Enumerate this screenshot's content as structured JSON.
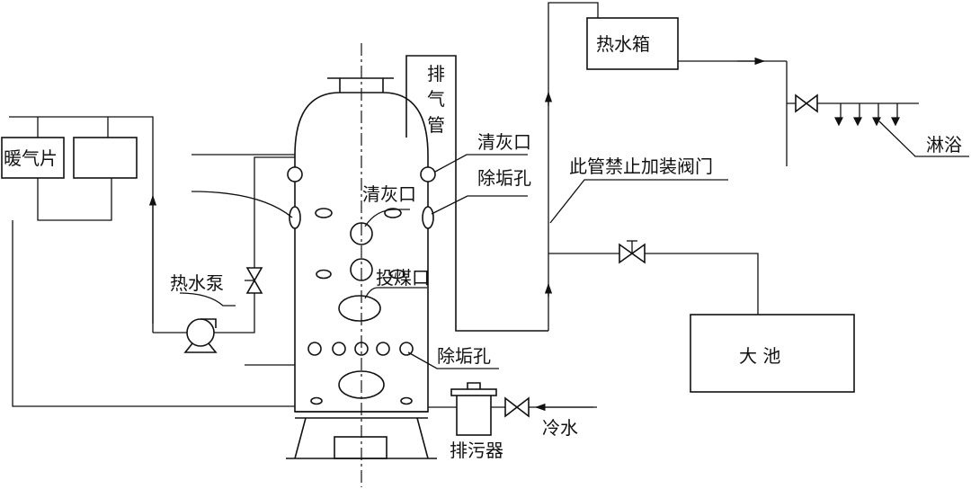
{
  "labels": {
    "radiator": "暖气片",
    "hot_water_pump": "热水泵",
    "exhaust_pipe": "排气管",
    "cleanout_port_right": "清灰口",
    "descaling_hole_right": "除垢孔",
    "cleanout_port_center": "清灰口",
    "coal_feed_port": "投煤口",
    "descaling_hole_lower": "除垢孔",
    "hot_water_tank": "热水箱",
    "no_valve_note": "此管禁止加装阀门",
    "shower": "淋浴",
    "big_pool": "大 池",
    "drain_separator": "排污器",
    "cold_water": "冷水"
  },
  "colors": {
    "line": "#111111",
    "background": "#ffffff"
  }
}
